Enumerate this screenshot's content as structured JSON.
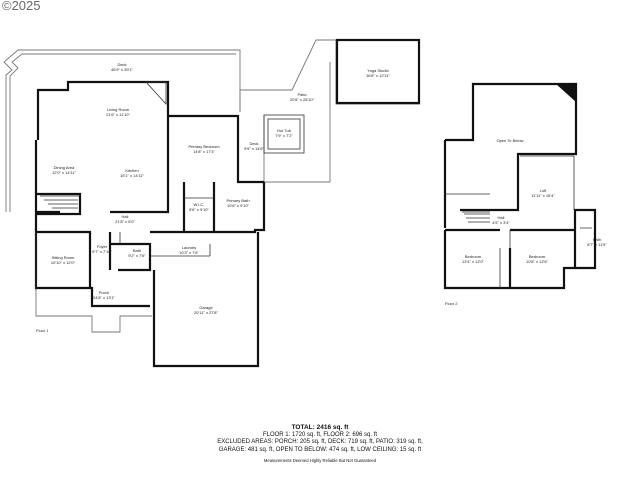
{
  "watermark": "©2025",
  "floor1": {
    "label": "Floor 1",
    "rooms": [
      {
        "id": "deck",
        "name": "Deck",
        "dims": "46'9\" x 39'1\""
      },
      {
        "id": "patio",
        "name": "Patio",
        "dims": "20'6\" x 28'10\""
      },
      {
        "id": "yoga",
        "name": "Yoga Studio",
        "dims": "16'8\" x 12'11\""
      },
      {
        "id": "living",
        "name": "Living Room",
        "dims": "21'6\" x 11'10\""
      },
      {
        "id": "dining",
        "name": "Dining Area",
        "dims": "12'0\" x 14'11\""
      },
      {
        "id": "kitchen",
        "name": "Kitchen",
        "dims": "15'1\" x 14'11\""
      },
      {
        "id": "primary-bed",
        "name": "Primary Bedroom",
        "dims": "14'8\" x 17'4\""
      },
      {
        "id": "deck2",
        "name": "Deck",
        "dims": "9'5\" x 14'6\""
      },
      {
        "id": "hottub",
        "name": "Hot Tub",
        "dims": "7'9\" x 7'2\""
      },
      {
        "id": "wic",
        "name": "W.I.C.",
        "dims": "5'6\" x 9'10\""
      },
      {
        "id": "primary-bath",
        "name": "Primary Bath",
        "dims": "10'6\" x 9'10\""
      },
      {
        "id": "hall",
        "name": "Hall",
        "dims": "21'8\" x 6'0\""
      },
      {
        "id": "sitting",
        "name": "Sitting Room",
        "dims": "10'10\" x 12'0\""
      },
      {
        "id": "foyer",
        "name": "Foyer",
        "dims": "9'7\" x 7'10\""
      },
      {
        "id": "bath1",
        "name": "Bath",
        "dims": "9'2\" x 7'6\""
      },
      {
        "id": "laundry",
        "name": "Laundry",
        "dims": "10'3\" x 7'6\""
      },
      {
        "id": "porch",
        "name": "Porch",
        "dims": "24'8\" x 13'1\""
      },
      {
        "id": "garage",
        "name": "Garage",
        "dims": "20'11\" x 27'8\""
      }
    ]
  },
  "floor2": {
    "label": "Floor 2",
    "rooms": [
      {
        "id": "open",
        "name": "Open To Below",
        "dims": ""
      },
      {
        "id": "loft",
        "name": "Loft",
        "dims": "11'11\" x 15'4\""
      },
      {
        "id": "hall2",
        "name": "Hall",
        "dims": "4'5\" x 3'4\""
      },
      {
        "id": "bath2",
        "name": "Bath",
        "dims": "8'7\" x 11'9\""
      },
      {
        "id": "bed1",
        "name": "Bedroom",
        "dims": "13'4\" x 12'0\""
      },
      {
        "id": "bed2",
        "name": "Bedroom",
        "dims": "10'8\" x 12'6\""
      }
    ]
  },
  "totals": {
    "title": "TOTAL: 2416 sq. ft",
    "line1": "FLOOR 1: 1720 sq. ft, FLOOR 2: 696 sq. ft",
    "line2": "EXCLUDED AREAS: PORCH: 205 sq. ft, DECK: 719 sq. ft, PATIO: 319 sq. ft,",
    "line3": "GARAGE: 481 sq. ft, OPEN TO BELOW: 474 sq. ft, LOW CEILING: 15 sq. ft",
    "note": "Measurements Deemed Highly Reliable But Not Guaranteed"
  }
}
